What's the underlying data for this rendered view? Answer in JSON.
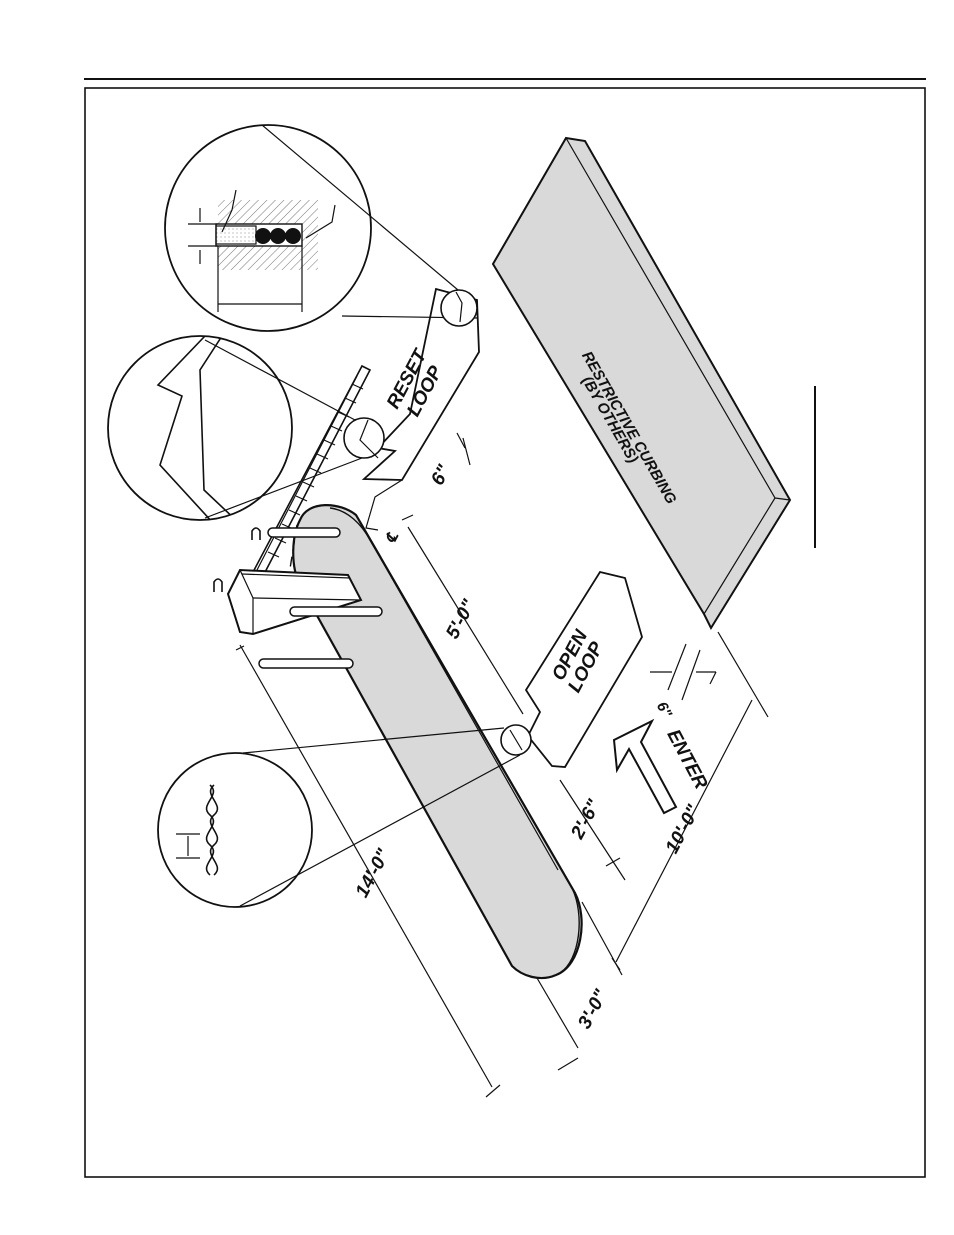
{
  "labels": {
    "reset_loop_line1": "RESET",
    "reset_loop_line2": "LOOP",
    "open_loop_line1": "OPEN",
    "open_loop_line2": "LOOP",
    "curbing_line1": "RESTRICTIVE CURBING",
    "curbing_line2": "(BY OTHERS)",
    "enter": "ENTER",
    "centerline": "℄"
  },
  "dimensions": {
    "six_in_top": "6\"",
    "five_ft": "5'-0\"",
    "fourteen_ft": "14'-0\"",
    "two_six": "2'-6\"",
    "ten_ft": "10'-0\"",
    "three_ft": "3'-0\"",
    "six_in_right": "6\""
  },
  "colors": {
    "fill_gray": "#d9d9d9",
    "ink": "#111111",
    "paper": "#ffffff"
  }
}
